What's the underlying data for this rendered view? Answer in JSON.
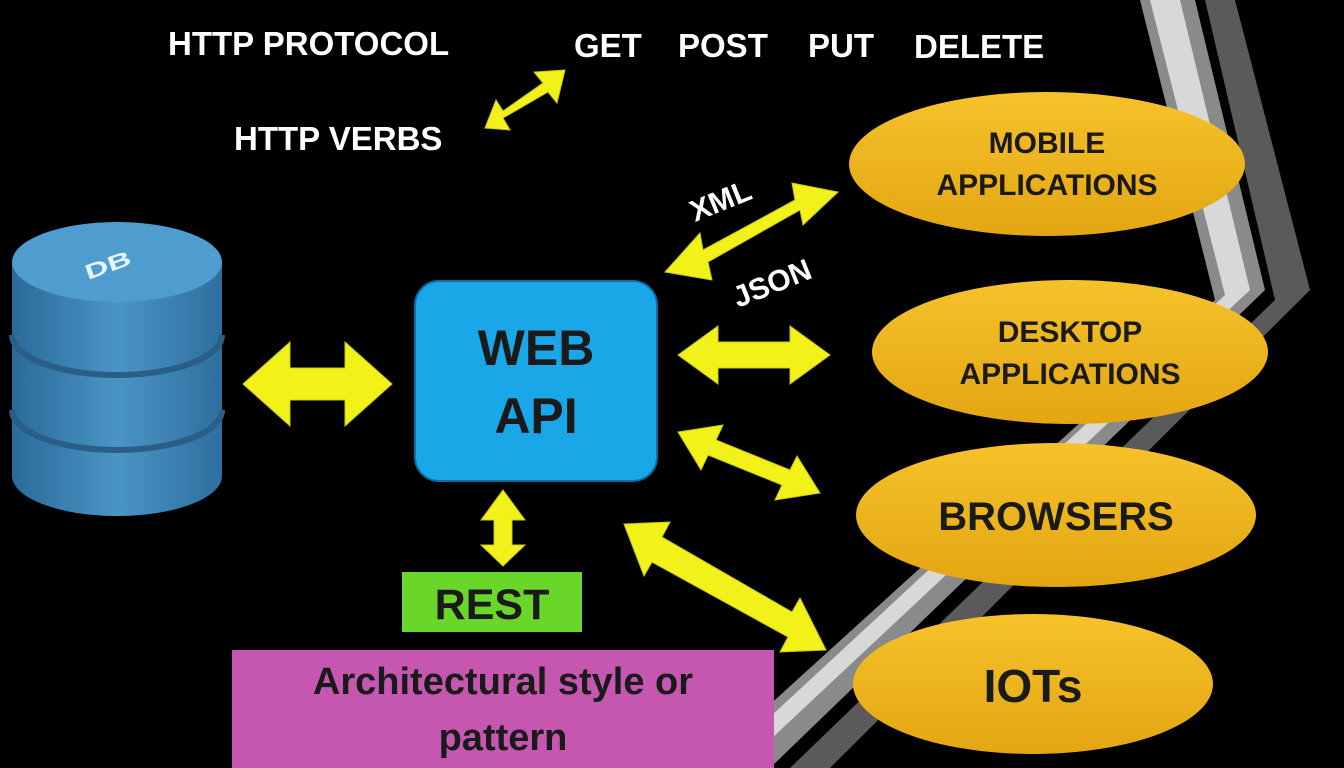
{
  "top": {
    "protocol_label": "HTTP PROTOCOL",
    "verbs_label": "HTTP VERBS",
    "verbs": [
      "GET",
      "POST",
      "PUT",
      "DELETE"
    ]
  },
  "db": {
    "label": "DB"
  },
  "api": {
    "line1": "WEB",
    "line2": "API"
  },
  "formats": {
    "xml": "XML",
    "json": "JSON"
  },
  "rest": {
    "label": "REST"
  },
  "architecture": {
    "line1": "Architectural style or",
    "line2": "pattern"
  },
  "clients": [
    {
      "line1": "MOBILE",
      "line2": "APPLICATIONS"
    },
    {
      "line1": "DESKTOP",
      "line2": "APPLICATIONS"
    },
    {
      "line1": "BROWSERS",
      "line2": ""
    },
    {
      "line1": "IOTs",
      "line2": ""
    }
  ],
  "colors": {
    "background": "#000000",
    "arrow": "#f2f21a",
    "api_box": "#1aa7e8",
    "rest_box": "#6ad62a",
    "architecture_box": "#c557b0",
    "client_ellipse": "#f0b21c",
    "db_cylinder": "#3d86b8"
  }
}
